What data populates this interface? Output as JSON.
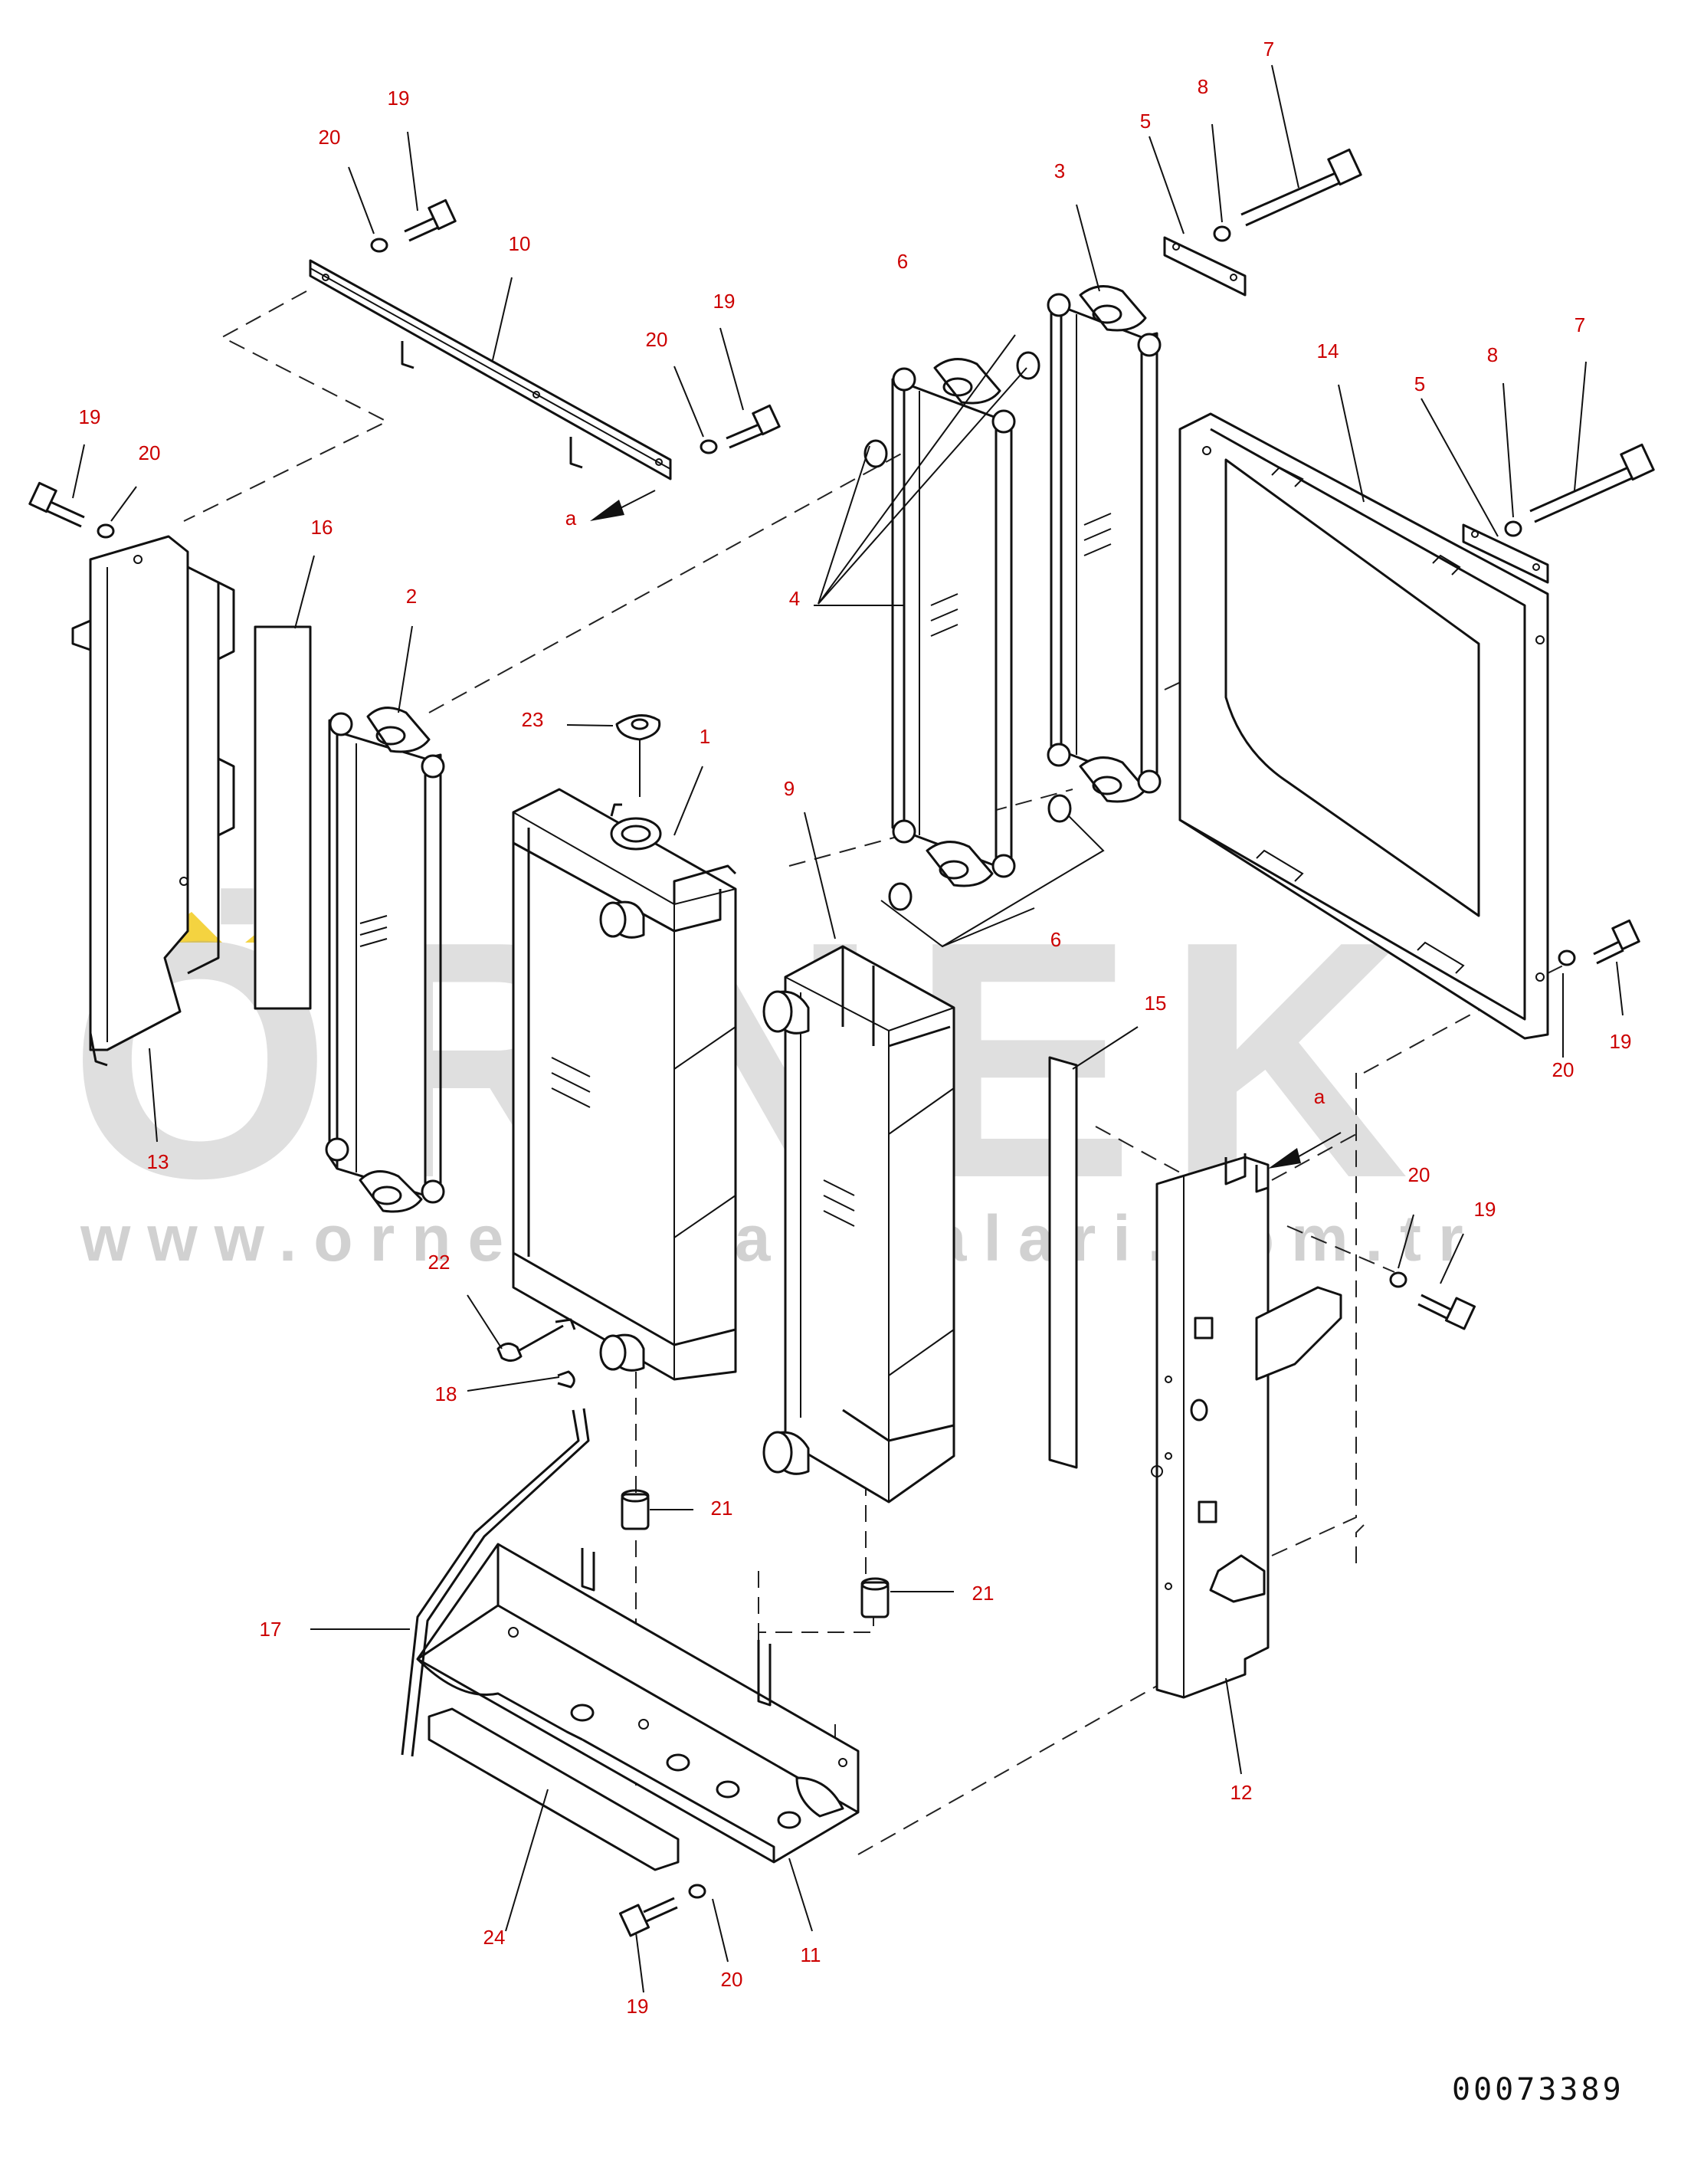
{
  "diagram": {
    "drawing_number": "00073389",
    "view_marker": "a",
    "callouts": [
      "1",
      "2",
      "3",
      "4",
      "5",
      "6",
      "7",
      "8",
      "9",
      "10",
      "11",
      "12",
      "13",
      "14",
      "15",
      "16",
      "17",
      "18",
      "19",
      "20",
      "21",
      "22",
      "23",
      "24"
    ]
  },
  "watermark": {
    "brand": "ÖRNEK",
    "url": "www.ornekismakinalari.com.tr",
    "accent_color": "#f0c400"
  },
  "colors": {
    "callout_text": "#cc0000",
    "line": "#111111",
    "watermark": "#9a9a9a"
  }
}
